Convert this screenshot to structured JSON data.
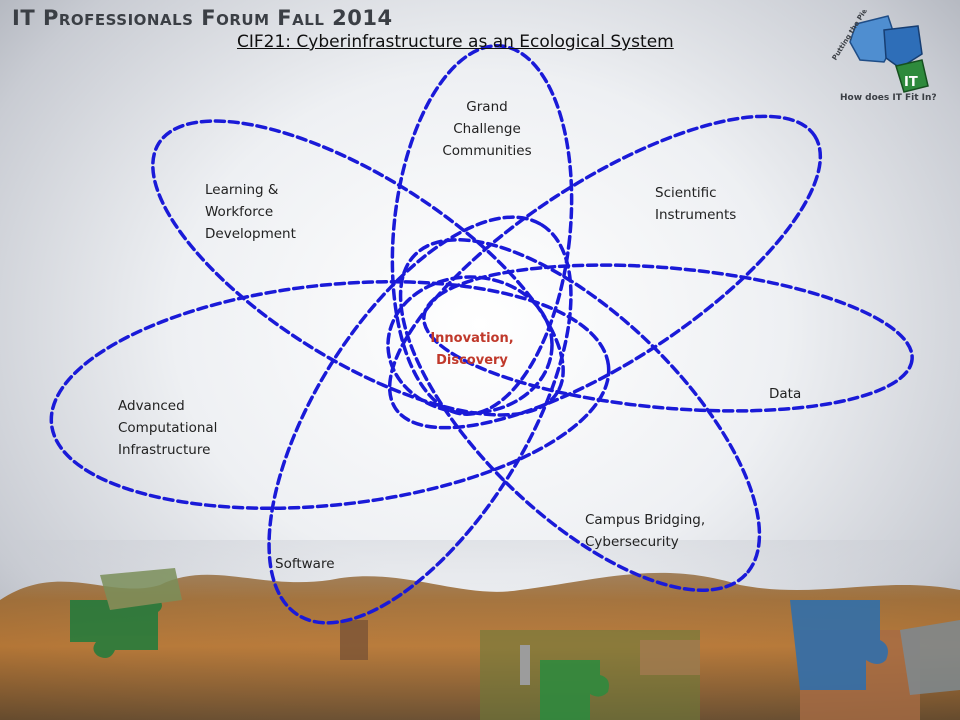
{
  "header": {
    "title": "IT Professionals Forum Fall 2014",
    "subtitle": "CIF21:  Cyberinfrastructure as an Ecological System"
  },
  "logo": {
    "top_text": "Putting the Pieces Together:",
    "bottom_text": "How does IT Fit In?"
  },
  "diagram": {
    "center": "Innovation,\nDiscovery",
    "labels": {
      "grand_challenge": "Grand\nChallenge\nCommunities",
      "learning": "Learning &\nWorkforce\nDevelopment",
      "scientific": "Scientific\nInstruments",
      "data": "Data",
      "advanced": "Advanced\nComputational\nInfrastructure",
      "campus": "Campus Bridging,\nCybersecurity",
      "software": "Software"
    },
    "colors": {
      "ellipse_stroke": "#1a1ad8",
      "center_text": "#c0392b"
    }
  }
}
